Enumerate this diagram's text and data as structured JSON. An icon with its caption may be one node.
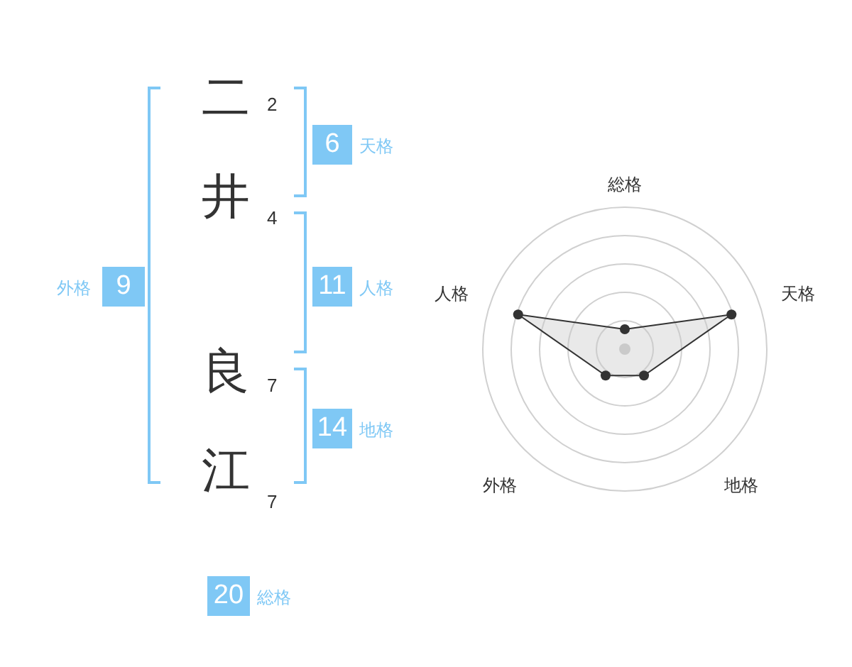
{
  "diagram": {
    "nodes": [
      {
        "text": [
          "6"
        ],
        "beside": [
          "天格"
        ]
      },
      {
        "text": [
          "9"
        ],
        "beside": [
          "外格"
        ]
      },
      {
        "text": [
          "11"
        ],
        "beside": [
          "人格"
        ]
      },
      {
        "text": [
          "14"
        ],
        "beside": [
          "地格"
        ]
      },
      {
        "text": [
          "20"
        ],
        "beside": [
          "総格"
        ]
      }
    ],
    "labels": [
      "二",
      "2",
      "井",
      "4",
      "良",
      "7",
      "江",
      "7",
      "総格",
      "人格",
      "天格",
      "外格",
      "地格"
    ]
  }
}
